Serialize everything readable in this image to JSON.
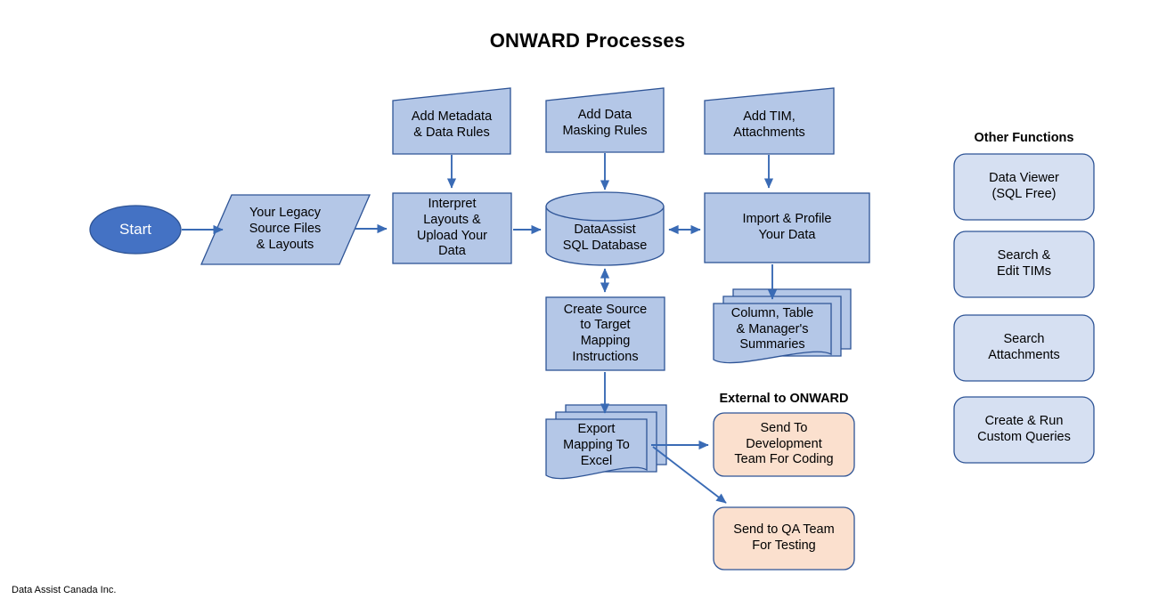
{
  "title": "ONWARD Processes",
  "footer": "Data Assist Canada Inc.",
  "colors": {
    "node_fill": "#B4C7E7",
    "node_stroke": "#2E5496",
    "start_fill": "#4472C4",
    "start_text": "#FFFFFF",
    "external_fill": "#FBE0CE",
    "external_stroke": "#2E5496",
    "arrow": "#3A6BB5",
    "text": "#000000",
    "background": "#FFFFFF"
  },
  "flow": {
    "start": {
      "label": "Start",
      "shape": "oval"
    },
    "source_files": {
      "label": "Your Legacy\nSource Files\n& Layouts",
      "shape": "parallelogram"
    },
    "add_metadata": {
      "label": "Add Metadata\n& Data Rules",
      "shape": "manual-input"
    },
    "add_masking": {
      "label": "Add Data\nMasking Rules",
      "shape": "manual-input"
    },
    "add_tim": {
      "label": "Add TIM,\nAttachments",
      "shape": "manual-input"
    },
    "interpret": {
      "label": "Interpret\nLayouts &\nUpload Your\nData",
      "shape": "rectangle"
    },
    "database": {
      "label": "DataAssist\nSQL Database",
      "shape": "cylinder"
    },
    "import_profile": {
      "label": "Import & Profile\nYour Data",
      "shape": "rectangle"
    },
    "create_mapping": {
      "label": "Create Source\nto Target\nMapping\nInstructions",
      "shape": "rectangle"
    },
    "summaries": {
      "label": "Column, Table\n& Manager's\nSummaries",
      "shape": "multi-document"
    },
    "export_mapping": {
      "label": "Export\nMapping To\nExcel",
      "shape": "multi-document"
    }
  },
  "external": {
    "heading": "External to ONWARD",
    "items": [
      {
        "label": "Send To\nDevelopment\nTeam For Coding"
      },
      {
        "label": "Send to QA Team\nFor Testing"
      }
    ]
  },
  "other_functions": {
    "heading": "Other Functions",
    "items": [
      {
        "label": "Data Viewer\n(SQL Free)"
      },
      {
        "label": "Search &\nEdit TIMs"
      },
      {
        "label": "Search\nAttachments"
      },
      {
        "label": "Create & Run\nCustom Queries"
      }
    ]
  }
}
